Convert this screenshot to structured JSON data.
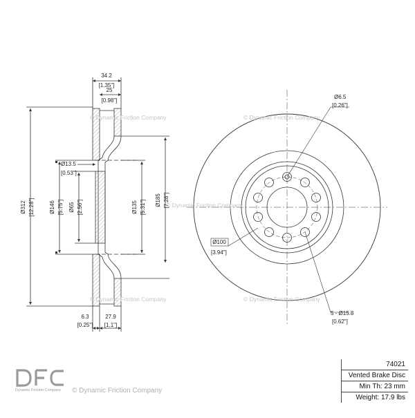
{
  "dimensions": {
    "width_mm": "34.2",
    "width_in": "[1.35\"]",
    "hat_mm": "25",
    "hat_in": "[0.98\"]",
    "bolt_hole_dia_mm": "Ø13.5",
    "bolt_hole_dia_in": "[0.53\"]",
    "outer_dia_mm": "Ø312",
    "outer_dia_in": "[12.28\"]",
    "hat_dia_mm": "Ø146",
    "hat_dia_in": "[5.75\"]",
    "center_bore_mm": "Ø65",
    "center_bore_in": "[2.56\"]",
    "inner_hat_mm": "Ø135",
    "inner_hat_in": "[5.31\"]",
    "friction_inner_mm": "Ø185",
    "friction_inner_in": "[7.28\"]",
    "hub_offset_mm": "6.3",
    "hub_offset_in": "[0.25\"]",
    "total_height_mm": "27.9",
    "total_height_in": "[1.1\"]",
    "locator_hole_mm": "Ø6.5",
    "locator_hole_in": "[0.26\"]",
    "bolt_circle_mm": "Ø100",
    "bolt_circle_in": "[3.94\"]",
    "lug_holes_mm": "5 - Ø15.8",
    "lug_holes_in": "[0.62\"]"
  },
  "watermark": "© Dynamic Friction Company",
  "info": {
    "part_number": "74021",
    "description": "Vented Brake Disc",
    "min_thickness": "Min Th: 23 mm",
    "weight": "Weight: 17.9 lbs"
  },
  "logo": {
    "tagline": "Dynamic Friction Company"
  },
  "footer": {
    "watermark": "© Dynamic Friction Company"
  },
  "colors": {
    "line": "#333333",
    "watermark": "#c4c4c4"
  }
}
